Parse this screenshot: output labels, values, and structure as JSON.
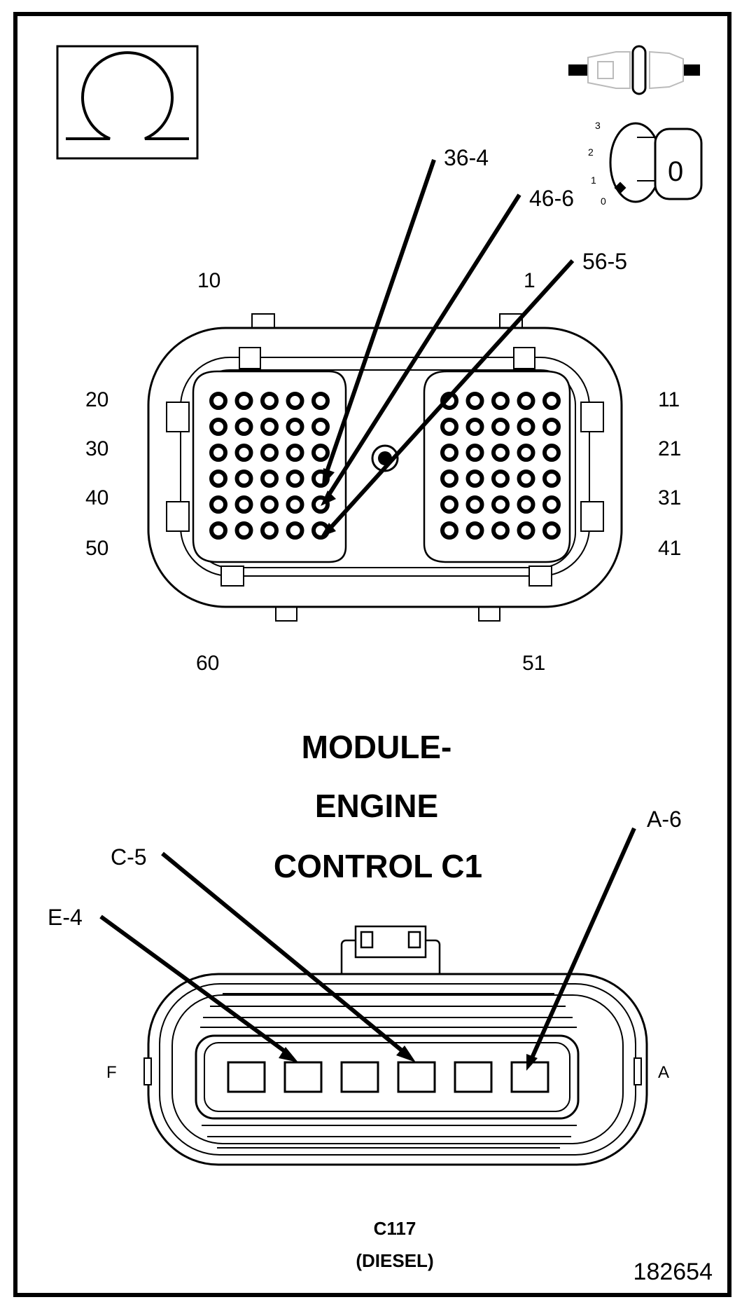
{
  "ecm_connector": {
    "pin_numbers": {
      "top_left": "10",
      "top_right": "1",
      "rows_left": [
        "20",
        "30",
        "40",
        "50"
      ],
      "rows_right": [
        "11",
        "21",
        "31",
        "41"
      ],
      "bottom_left": "60",
      "bottom_right": "51"
    },
    "callouts": [
      "36-4",
      "46-6",
      "56-5"
    ]
  },
  "title": {
    "line1": "MODULE-",
    "line2": "ENGINE",
    "line3": "CONTROL C1"
  },
  "c117_connector": {
    "side_left": "F",
    "side_right": "A",
    "callouts": [
      "C-5",
      "E-4",
      "A-6"
    ],
    "label": "C117",
    "sublabel": "(DIESEL)"
  },
  "ignition_switch": {
    "positions": [
      "3",
      "2",
      "1",
      "0"
    ],
    "key_position": "0"
  },
  "figure_number": "182654",
  "icons": {
    "ohm": "ohm-icon",
    "connector_disconnected": "connector-disconnected-icon",
    "ignition_key": "ignition-key-icon"
  }
}
